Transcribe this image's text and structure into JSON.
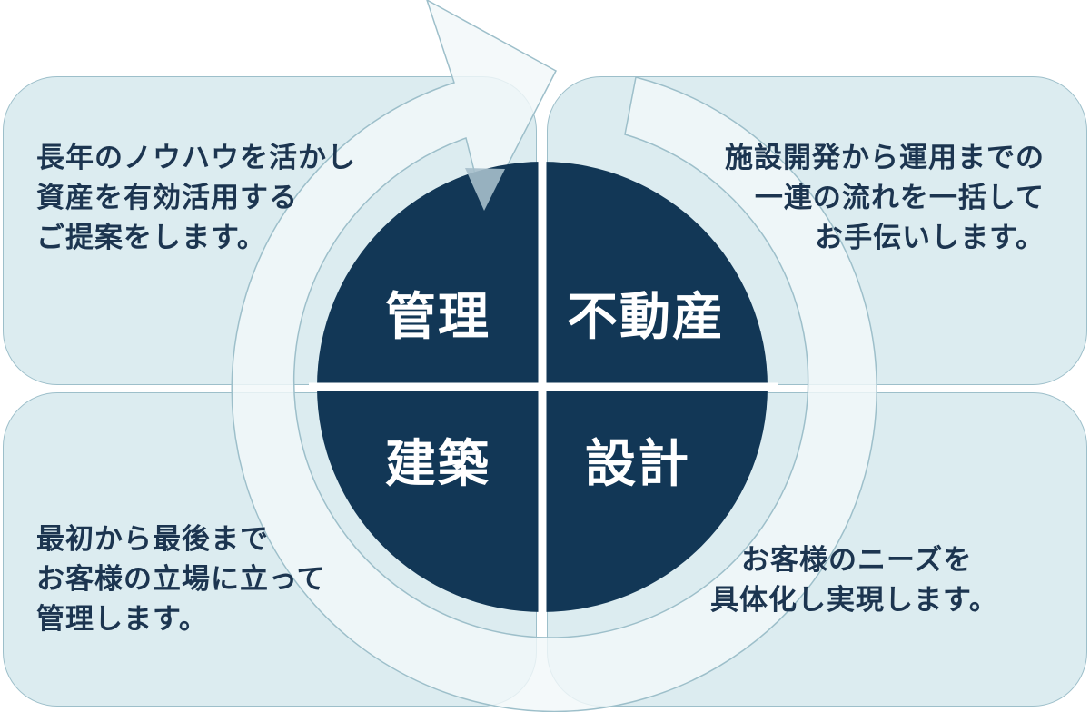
{
  "colors": {
    "circle_fill": "#123756",
    "panel_fill": "#dcecf0",
    "panel_border": "#9dbfca",
    "arrow_fill": "#f2f8f9",
    "text_dark": "#1c3550",
    "text_light": "#ffffff"
  },
  "quadrants": {
    "top_left": "管理",
    "top_right": "不動産",
    "bottom_left": "建築",
    "bottom_right": "設計"
  },
  "descriptions": {
    "top_left": [
      "長年のノウハウを活かし",
      "資産を有効活用する",
      "ご提案をします。"
    ],
    "top_right": [
      "施設開発から運用までの",
      "一連の流れを一括して",
      "お手伝いします。"
    ],
    "bottom_left": [
      "最初から最後まで",
      "お客様の立場に立って",
      "管理します。"
    ],
    "bottom_right": [
      "お客様のニーズを",
      "具体化し実現します。"
    ]
  }
}
